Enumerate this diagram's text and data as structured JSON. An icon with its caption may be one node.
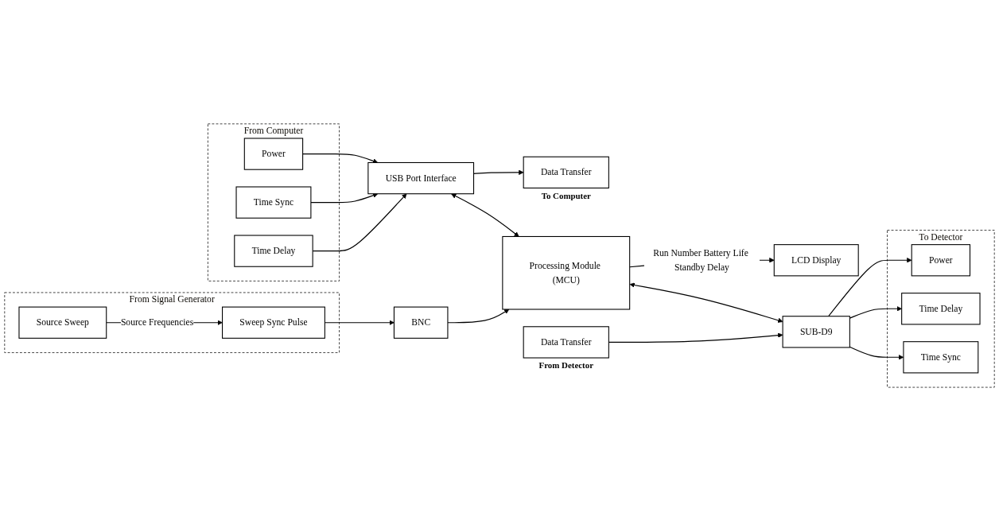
{
  "diagram": {
    "nodes": [
      {
        "text": [
          "From Signal Generator"
        ]
      },
      {
        "text": [
          "Source Sweep"
        ],
        "in": 0
      },
      {
        "text": [
          "Sweep Sync Pulse"
        ],
        "in": 0
      },
      {
        "text": [
          "From Computer"
        ]
      },
      {
        "text": [
          "Power"
        ],
        "in": 3
      },
      {
        "text": [
          "Time Sync"
        ],
        "in": 3
      },
      {
        "text": [
          "Time Delay"
        ],
        "in": 3
      },
      {
        "text": [
          "Data Transfer"
        ],
        "beside": [
          "To Computer"
        ]
      },
      {
        "text": [
          "BNC"
        ]
      },
      {
        "text": [
          "USB Port Interface"
        ]
      },
      {
        "text": [
          "Processing Module (MCU)"
        ]
      },
      {
        "text": [
          "LCD Display"
        ]
      },
      {
        "text": [
          "SUB-D9"
        ]
      },
      {
        "text": [
          "To Detector"
        ]
      },
      {
        "text": [
          "Power"
        ],
        "in": 13
      },
      {
        "text": [
          "Time Delay"
        ],
        "in": 13
      },
      {
        "text": [
          "Time Sync"
        ],
        "in": 13
      },
      {
        "text": [
          "Data Transfer"
        ],
        "beside": [
          "From Detector"
        ]
      }
    ],
    "edges": [
      {
        "from": 1,
        "to": 2,
        "arrow": "to",
        "label": "Source Frequencies"
      },
      {
        "from": 2,
        "to": 8,
        "arrow": "to"
      },
      {
        "from": 8,
        "to": 10,
        "arrow": "to"
      },
      {
        "from": 4,
        "to": 9,
        "arrow": "to"
      },
      {
        "from": 5,
        "to": 9,
        "arrow": "to"
      },
      {
        "from": 6,
        "to": 9,
        "arrow": "to"
      },
      {
        "from": 9,
        "to": 7,
        "arrow": "to"
      },
      {
        "from": 9,
        "to": 10,
        "arrow": "both"
      },
      {
        "from": 10,
        "to": 11,
        "arrow": "to",
        "label": "Run Number Battery Life Standby Delay"
      },
      {
        "from": 10,
        "to": 12,
        "arrow": "both"
      },
      {
        "from": 12,
        "to": 14,
        "arrow": "to"
      },
      {
        "from": 12,
        "to": 15,
        "arrow": "to"
      },
      {
        "from": 12,
        "to": 16,
        "arrow": "to"
      },
      {
        "from": 17,
        "to": 12,
        "arrow": "to"
      }
    ]
  }
}
